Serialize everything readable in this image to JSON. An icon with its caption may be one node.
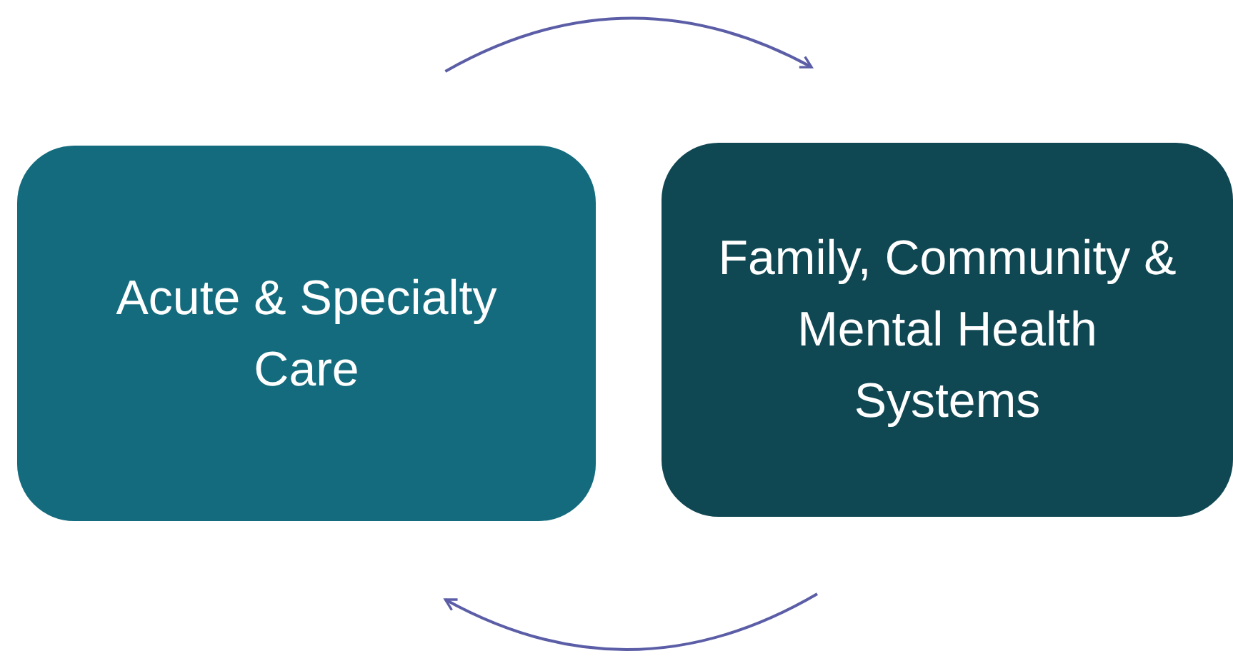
{
  "diagram": {
    "nodes": [
      {
        "text": [
          "Acute & Specialty Care"
        ]
      },
      {
        "text": [
          "Family, Community & Mental Health Systems"
        ]
      }
    ],
    "edges": [
      {
        "from": 0,
        "to": 1,
        "arrow": "to"
      },
      {
        "from": 1,
        "to": 0,
        "arrow": "to"
      }
    ]
  }
}
